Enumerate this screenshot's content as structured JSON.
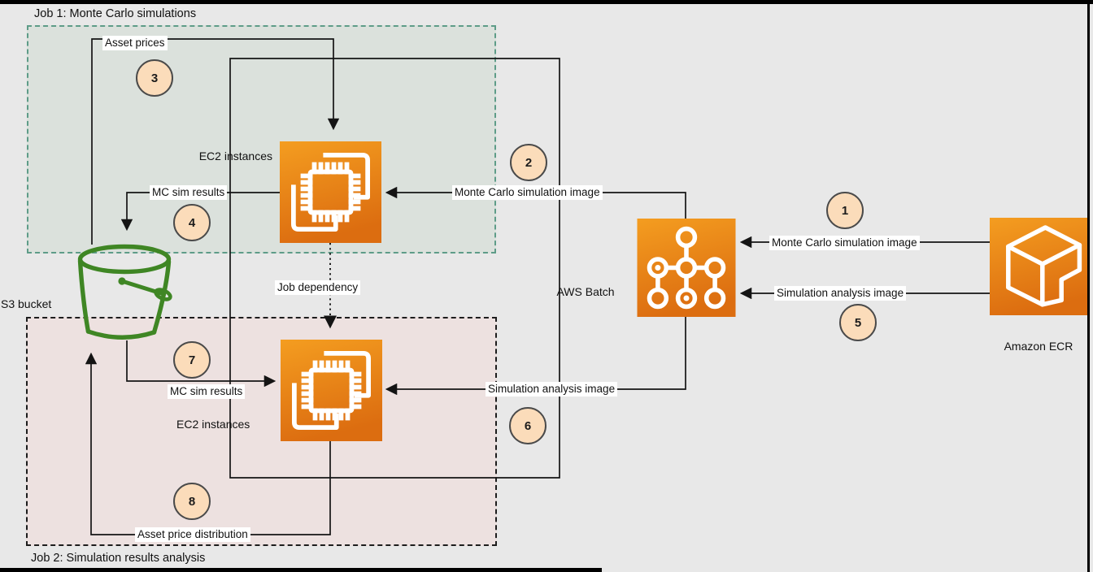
{
  "diagram": {
    "groups": {
      "job1": {
        "label": "Job 1: Monte Carlo simulations"
      },
      "job2": {
        "label": "Job 2: Simulation results analysis"
      }
    },
    "nodes": {
      "s3_bucket": {
        "label": "S3 bucket"
      },
      "ec2_job1": {
        "label": "EC2 instances"
      },
      "ec2_job2": {
        "label": "EC2 instances"
      },
      "aws_batch": {
        "label": "AWS Batch"
      },
      "amazon_ecr": {
        "label": "Amazon ECR"
      }
    },
    "edges": {
      "asset_prices": {
        "label": "Asset prices",
        "step": "3"
      },
      "mc_sim_results_to_s3": {
        "label": "MC sim results",
        "step": "4"
      },
      "mc_image_to_ec2": {
        "label": "Monte Carlo simulation image",
        "step": "2"
      },
      "mc_image_to_batch": {
        "label": "Monte Carlo simulation image",
        "step": "1"
      },
      "analysis_image_to_batch": {
        "label": "Simulation analysis image",
        "step": "5"
      },
      "analysis_image_to_ec2": {
        "label": "Simulation analysis image",
        "step": "6"
      },
      "mc_sim_results_to_ec2": {
        "label": "MC sim results",
        "step": "7"
      },
      "asset_price_distribution": {
        "label": "Asset price distribution",
        "step": "8"
      },
      "job_dependency": {
        "label": "Job dependency"
      }
    },
    "colors": {
      "background": "#e8e8e8",
      "job1_fill": "#dbe1dc",
      "job1_border": "#5e9c88",
      "job2_fill": "#ede1e0",
      "job2_border": "#1d1d1d",
      "aws_orange_light": "#f49d20",
      "aws_orange_dark": "#dc6d10",
      "bucket_green": "#3f8624",
      "step_circle_fill": "#fbdcba",
      "step_circle_border": "#4a4a4a",
      "connector": "#141414"
    }
  }
}
